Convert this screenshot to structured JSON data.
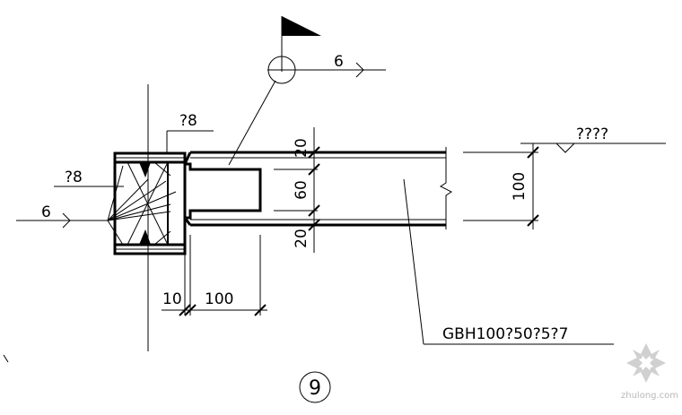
{
  "labels": {
    "weld_top": "?8",
    "weld_left": "?8",
    "section_top": "6",
    "section_left": "6",
    "elevation": "????",
    "dim_20_top": "20",
    "dim_60": "60",
    "dim_20_bottom": "20",
    "dim_100_right": "100",
    "dim_10": "10",
    "dim_100_bottom": "100",
    "member_spec": "GBH100?50?5?7",
    "detail_number": "9",
    "watermark": "zhulong.com"
  },
  "colors": {
    "line": "#000000",
    "watermark": "#b8b8b8"
  },
  "icons": {
    "flag": "flag-icon",
    "watermark_logo": "zhulong-logo-icon"
  }
}
